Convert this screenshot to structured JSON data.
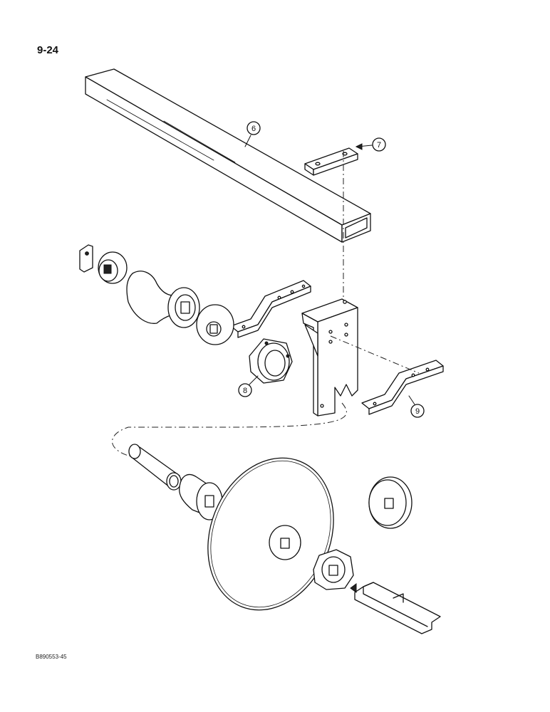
{
  "page": {
    "number": "9-24",
    "figure_code": "B890553-45"
  },
  "colors": {
    "ink": "#111111",
    "paper": "#ffffff"
  },
  "callouts": [
    {
      "id": "callout-6",
      "label": "6",
      "part": "frame-tube"
    },
    {
      "id": "callout-7",
      "label": "7",
      "part": "plate"
    },
    {
      "id": "callout-8",
      "label": "8",
      "part": "bearing"
    },
    {
      "id": "callout-9",
      "label": "9",
      "part": "strap"
    }
  ]
}
